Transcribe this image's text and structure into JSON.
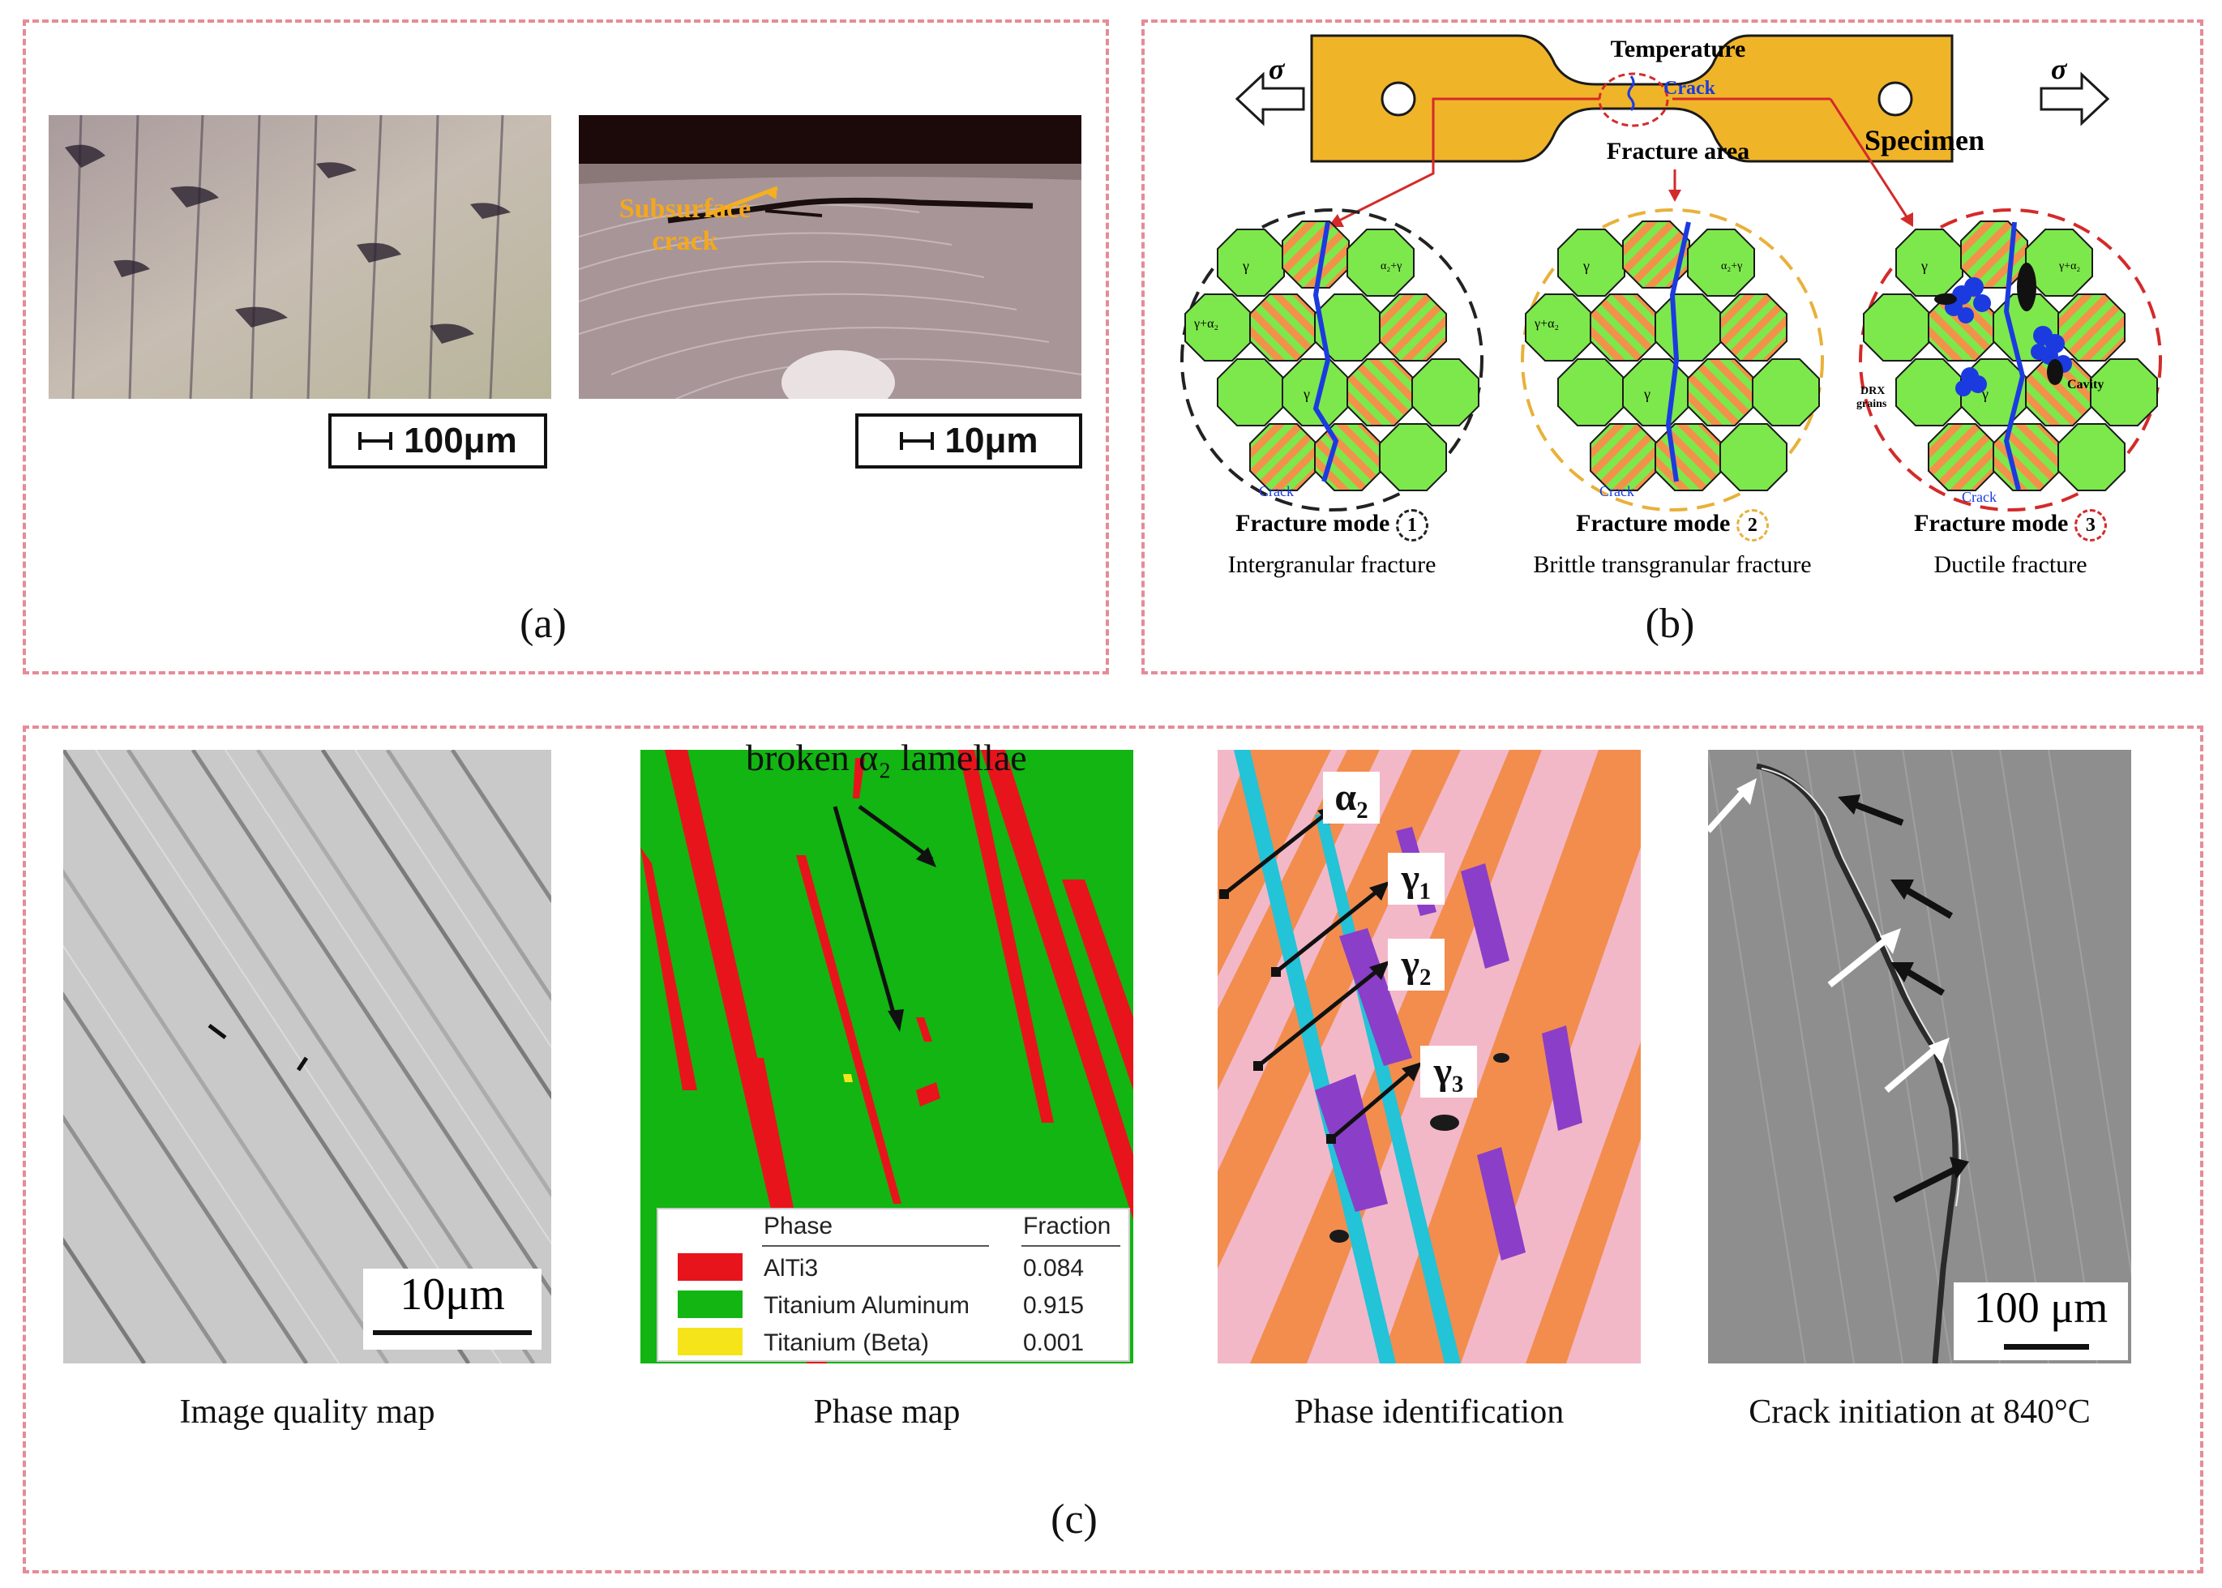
{
  "panel_a": {
    "label": "(a)",
    "left_scalebar": "100μm",
    "right_annotation": "Subsurface\ncrack",
    "right_scalebar": "10μm"
  },
  "panel_b": {
    "label": "(b)",
    "sigma": "σ",
    "temperature": "Temperature",
    "crack": "Crack",
    "fracture_area": "Fracture area",
    "specimen": "Specimen",
    "grain_gamma": "γ",
    "grain_gamma_alpha2": "γ+α₂",
    "grain_alpha2_gamma": "α₂+γ",
    "drx": "DRX grains",
    "cavity": "Cavity",
    "modes": [
      {
        "title": "Fracture mode",
        "num": "1",
        "desc": "Intergranular fracture",
        "color": "#222222"
      },
      {
        "title": "Fracture mode",
        "num": "2",
        "desc": "Brittle transgranular fracture",
        "color": "#e8b13a"
      },
      {
        "title": "Fracture mode",
        "num": "3",
        "desc": "Ductile fracture",
        "color": "#d42a2a"
      }
    ]
  },
  "panel_c": {
    "label": "(c)",
    "captions": [
      "Image quality map",
      "Phase map",
      "Phase identification",
      "Crack initiation at 840°C"
    ],
    "iq_scalebar": "10μm",
    "phase_map_annotation": "broken α₂ lamellae",
    "legend": {
      "phase_header": "Phase",
      "fraction_header": "Fraction",
      "rows": [
        {
          "phase": "AlTi3",
          "fraction": "0.084",
          "color": "#e8141c"
        },
        {
          "phase": "Titanium Aluminum",
          "fraction": "0.915",
          "color": "#12b512"
        },
        {
          "phase": "Titanium (Beta)",
          "fraction": "0.001",
          "color": "#f5e41a"
        }
      ]
    },
    "phase_id_labels": [
      "α₂",
      "γ₁",
      "γ₂",
      "γ₃"
    ],
    "crack_scalebar": "100 μm"
  },
  "colors": {
    "panel_border": "#e58c97",
    "specimen": "#f0b429",
    "grain_green": "#7de84b",
    "lamella_orange": "#f2924a",
    "crack_blue": "#1b3be0"
  }
}
